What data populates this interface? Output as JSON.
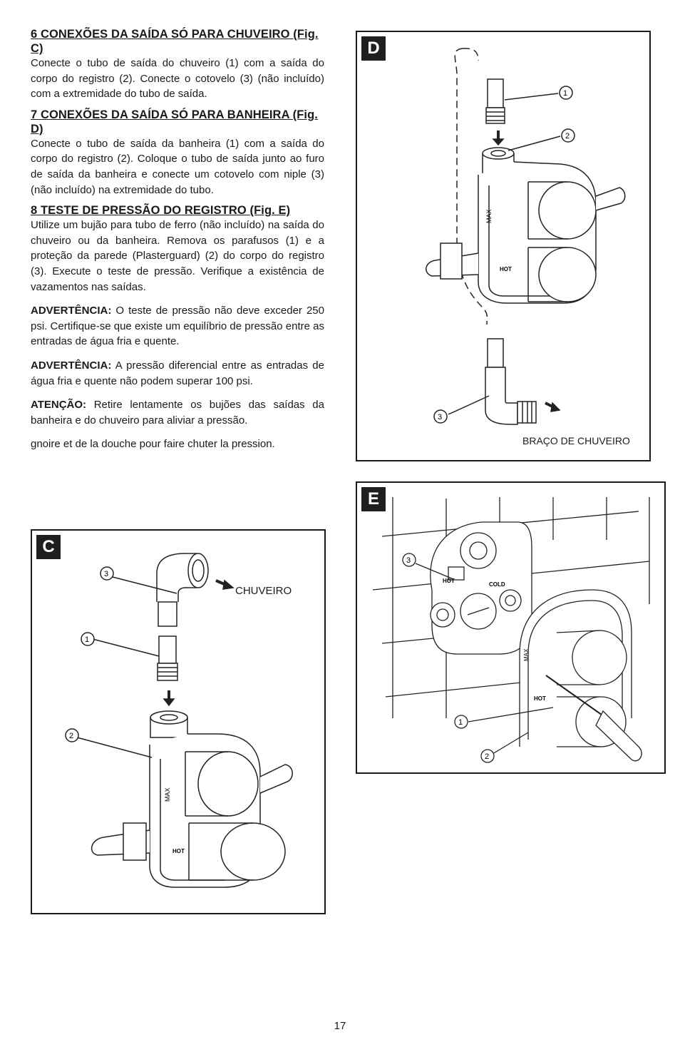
{
  "sections": [
    {
      "title": "6 CONEXÕES DA SAÍDA SÓ PARA CHUVEIRO (Fig. C)",
      "body": "Conecte o tubo de saída do chuveiro (1) com a saída do corpo do registro (2). Conecte o cotovelo (3) (não incluído) com a extremidade do tubo de saída."
    },
    {
      "title": "7 CONEXÕES DA SAÍDA SÓ PARA BANHEIRA (Fig. D)",
      "body": "Conecte o tubo de saída da banheira (1) com a saída do corpo do registro (2). Coloque o tubo de saída junto ao furo de saída da banheira e conecte um cotovelo com niple (3) (não incluído) na extremidade do tubo."
    },
    {
      "title": "8  TESTE DE PRESSÃO DO REGISTRO (Fig. E)",
      "body": "Utilize um bujão para tubo de ferro (não incluído) na saída do chuveiro ou da banheira.  Remova os parafusos (1) e a proteção da parede (Plasterguard) (2) do corpo do registro (3).  Execute o teste de pressão.  Verifique a existência de vazamentos nas saídas."
    }
  ],
  "warnings": [
    {
      "label": "ADVERTÊNCIA:",
      "text": " O teste de pressão não deve exceder 250 psi.  Certifique-se que existe um equilíbrio de pressão entre as entradas de água fria e quente."
    },
    {
      "label": "ADVERTÊNCIA:",
      "text": " A pressão diferencial entre as entradas de água fria e quente não podem superar 100 psi."
    },
    {
      "label": "ATENÇÃO:",
      "text": " Retire lentamente os bujões das saídas da banheira e do chuveiro para aliviar a pressão."
    }
  ],
  "stray_text": "gnoire et de la douche pour faire chuter la pression.",
  "figures": {
    "c": {
      "tag": "C",
      "callouts": [
        "1",
        "2",
        "3"
      ],
      "label": "CHUVEIRO"
    },
    "d": {
      "tag": "D",
      "callouts": [
        "1",
        "2",
        "3"
      ],
      "label": "BRAÇO DE CHUVEIRO"
    },
    "e": {
      "tag": "E",
      "callouts": [
        "1",
        "2",
        "3"
      ]
    }
  },
  "valve_marks": {
    "max": "MAX",
    "hot": "HOT",
    "cold": "COLD"
  },
  "page_number": "17"
}
